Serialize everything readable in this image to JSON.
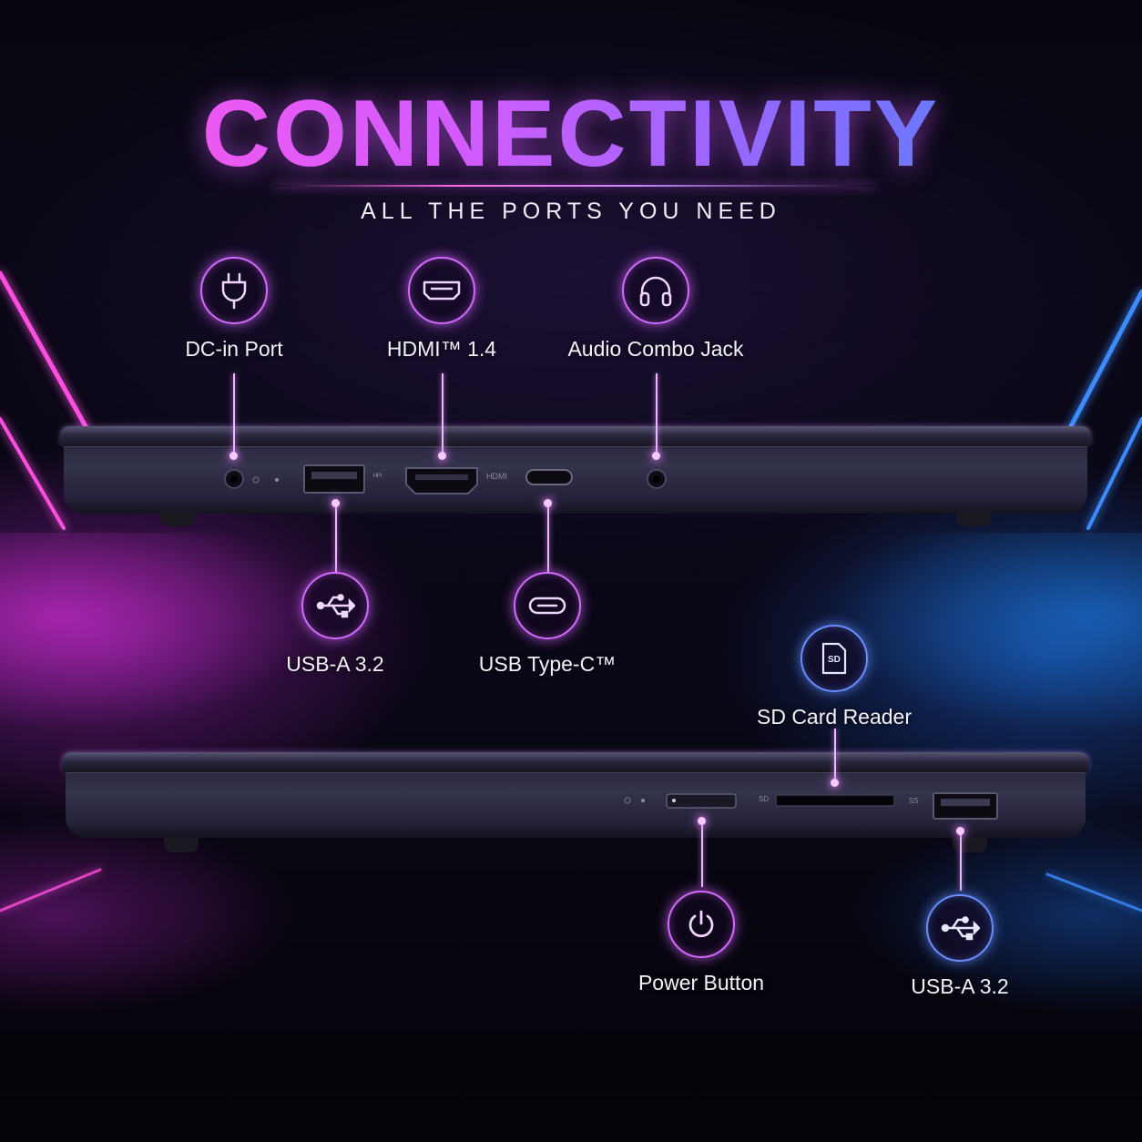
{
  "header": {
    "title": "CONNECTIVITY",
    "subtitle": "ALL THE PORTS YOU NEED"
  },
  "left_side": {
    "top_callouts": [
      {
        "label": "DC-in Port",
        "icon": "power-plug-icon"
      },
      {
        "label": "HDMI™ 1.4",
        "icon": "hdmi-icon"
      },
      {
        "label": "Audio Combo Jack",
        "icon": "headphones-icon"
      }
    ],
    "bottom_callouts": [
      {
        "label": "USB-A 3.2",
        "icon": "usb-icon"
      },
      {
        "label": "USB Type-C™",
        "icon": "usb-c-icon"
      }
    ],
    "port_markings": {
      "usb": "ᴴᴾᴵ",
      "hdmi": "HDMI"
    }
  },
  "right_side": {
    "top_callouts": [
      {
        "label": "SD Card Reader",
        "icon": "sd-card-icon"
      }
    ],
    "bottom_callouts": [
      {
        "label": "Power Button",
        "icon": "power-icon"
      },
      {
        "label": "USB-A 3.2",
        "icon": "usb-icon"
      }
    ],
    "port_markings": {
      "sd": "SD",
      "usb": "SS"
    }
  },
  "colors": {
    "accent_pink": "#ff5ae6",
    "accent_purple": "#d46bff",
    "accent_blue": "#3f8bff",
    "background": "#05040c"
  }
}
